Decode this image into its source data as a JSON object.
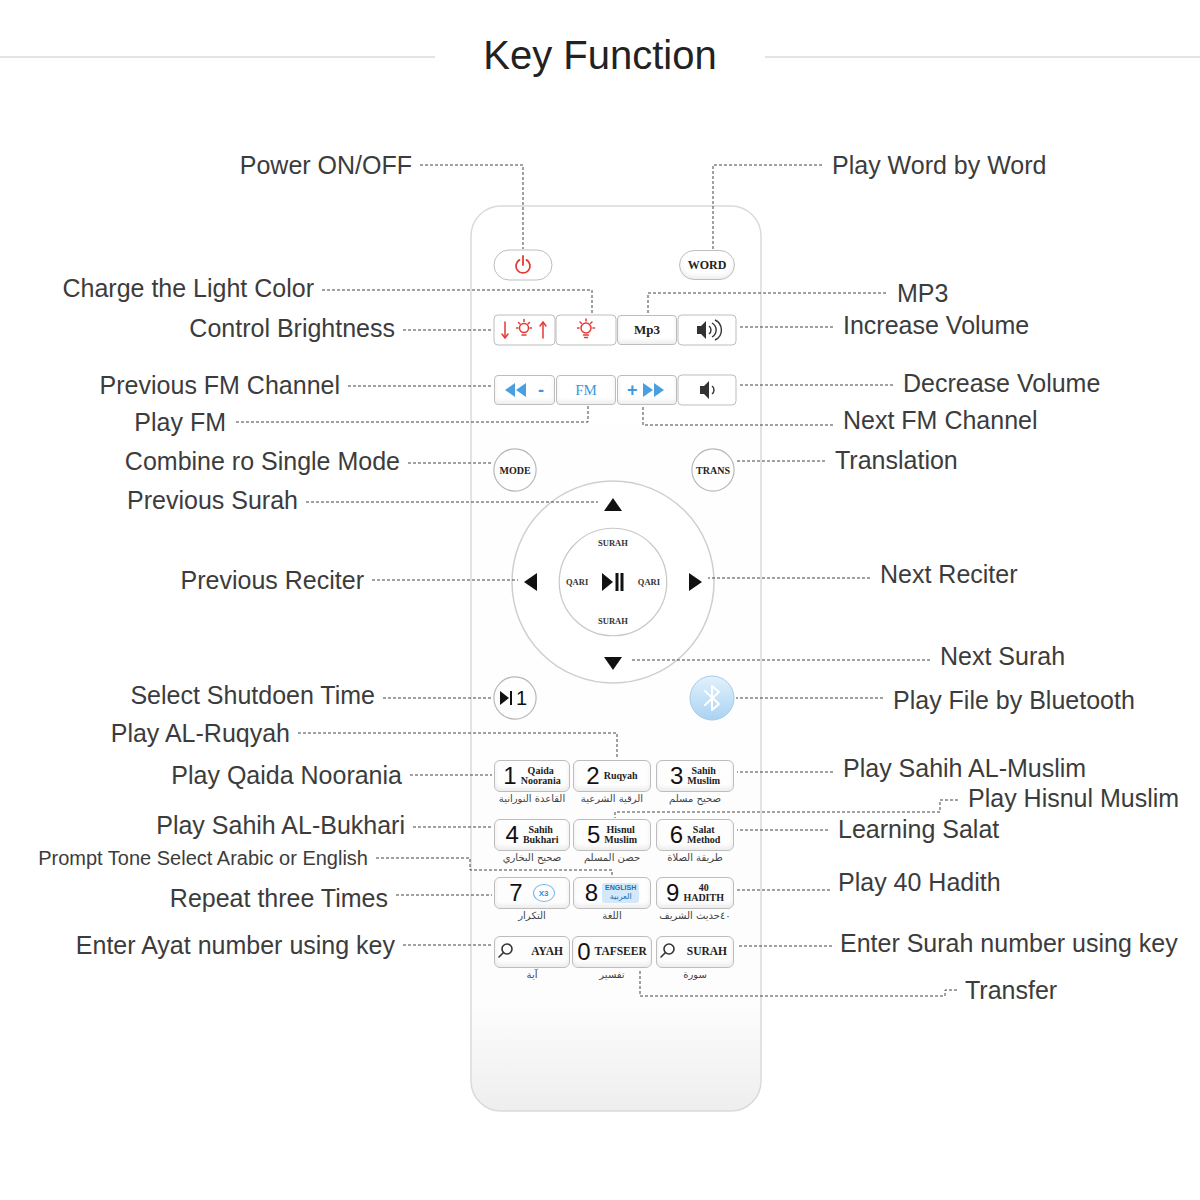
{
  "diagram": {
    "title": "Key Function",
    "nodes": [
      {
        "text": [
          "WORD"
        ]
      },
      {
        "text": [
          "Mp3"
        ]
      },
      {
        "text": [
          "-"
        ]
      },
      {
        "text": [
          "FM"
        ]
      },
      {
        "text": [
          "+"
        ]
      },
      {
        "text": [
          "MODE"
        ]
      },
      {
        "text": [
          "TRANS"
        ]
      },
      {
        "text": [
          "SURAH",
          "QARI",
          "QARI",
          "SURAH"
        ]
      },
      {
        "text": [
          "1"
        ]
      },
      {
        "text": [
          "1",
          "Qaida Noorania",
          "القاعدة النورانية"
        ]
      },
      {
        "text": [
          "2",
          "Ruqyah",
          "الرقية الشرعية"
        ]
      },
      {
        "text": [
          "3",
          "Sahih Muslim",
          "صحيح مسلم"
        ]
      },
      {
        "text": [
          "4",
          "Sahih Bukhari",
          "صحيح البخاري"
        ]
      },
      {
        "text": [
          "5",
          "Hisnul Muslim",
          "حصن المسلم"
        ]
      },
      {
        "text": [
          "6",
          "Salat Method",
          "طريقة الصلاة"
        ]
      },
      {
        "text": [
          "7",
          "X3",
          "التكرار"
        ]
      },
      {
        "text": [
          "8",
          "ENGLISH",
          "العربية",
          "اللغة"
        ]
      },
      {
        "text": [
          "9",
          "40 HADITH",
          "٤٠حديث الشريف"
        ]
      },
      {
        "text": [
          "AYAH",
          "آية"
        ]
      },
      {
        "text": [
          "0",
          "TAFSEER",
          "تفسير"
        ]
      },
      {
        "text": [
          "SURAH",
          "سورة"
        ]
      }
    ],
    "labels": [
      "Power ON/OFF",
      "Play Word by Word",
      "Charge the Light Color",
      "MP3",
      "Control Brightness",
      "Increase Volume",
      "Previous FM Channel",
      "Decrease Volume",
      "Play FM",
      "Next FM Channel",
      "Combine ro Single Mode",
      "Translation",
      "Previous Surah",
      "Previous Reciter",
      "Next Reciter",
      "Next Surah",
      "Select Shutdoen Time",
      "Play File by Bluetooth",
      "Play AL-Ruqyah",
      "Play Qaida Noorania",
      "Play Sahih AL-Muslim",
      "Play Hisnul Muslim",
      "Play Sahih AL-Bukhari",
      "Learning Salat",
      "Prompt Tone Select Arabic or English",
      "Repeat three Times",
      "Play 40 Hadith",
      "Enter Ayat number using key",
      "Enter Surah number using key",
      "Transfer"
    ]
  }
}
